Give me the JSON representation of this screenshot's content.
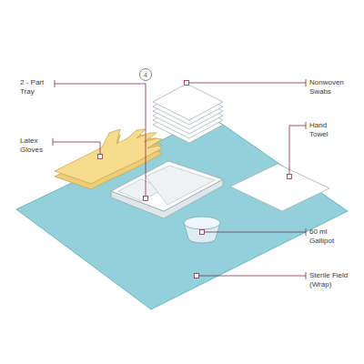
{
  "diagram": {
    "labels": [
      "2 - Part Tray",
      "Latex Gloves",
      "Nonwoven Swabs",
      "Hand Towel",
      "60 ml Gallipot",
      "Sterile Field (Wrap)",
      "4"
    ]
  }
}
